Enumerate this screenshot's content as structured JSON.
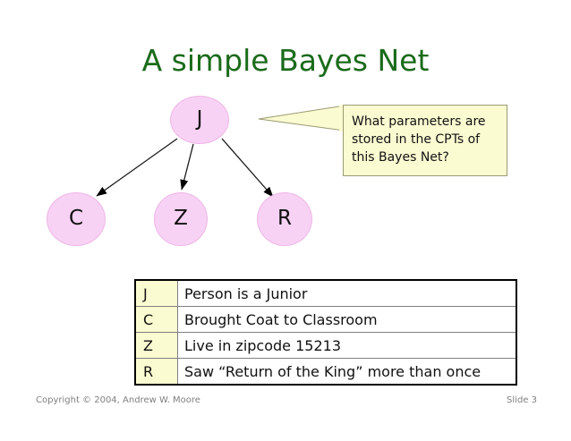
{
  "slide": {
    "title": "A simple Bayes Net",
    "title_color": "#1a6b1a",
    "background": "#ffffff"
  },
  "graph": {
    "node_fill": "#f8d2f4",
    "node_border": "#eeb6e6",
    "nodes": [
      {
        "id": "J",
        "label": "J"
      },
      {
        "id": "C",
        "label": "C"
      },
      {
        "id": "Z",
        "label": "Z"
      },
      {
        "id": "R",
        "label": "R"
      }
    ],
    "edges": [
      {
        "from": "J",
        "to": "C"
      },
      {
        "from": "J",
        "to": "Z"
      },
      {
        "from": "J",
        "to": "R"
      }
    ],
    "edge_color": "#000000"
  },
  "callout": {
    "fill": "#fbfbd2",
    "border": "#9a9a72",
    "lines": [
      "What parameters are",
      "stored in the CPTs of",
      "this Bayes Net?"
    ],
    "text": "What parameters are stored in the CPTs of this Bayes Net?"
  },
  "legend_table": {
    "key_cell_fill": "#fbfbd2",
    "rows": [
      {
        "key": "J",
        "description": "Person is a Junior"
      },
      {
        "key": "C",
        "description": "Brought Coat to Classroom"
      },
      {
        "key": "Z",
        "description": "Live in zipcode 15213"
      },
      {
        "key": "R",
        "description": "Saw “Return of the King” more than once"
      }
    ]
  },
  "footer": {
    "copyright": "Copyright © 2004, Andrew W. Moore",
    "slide_number": "Slide 3"
  }
}
